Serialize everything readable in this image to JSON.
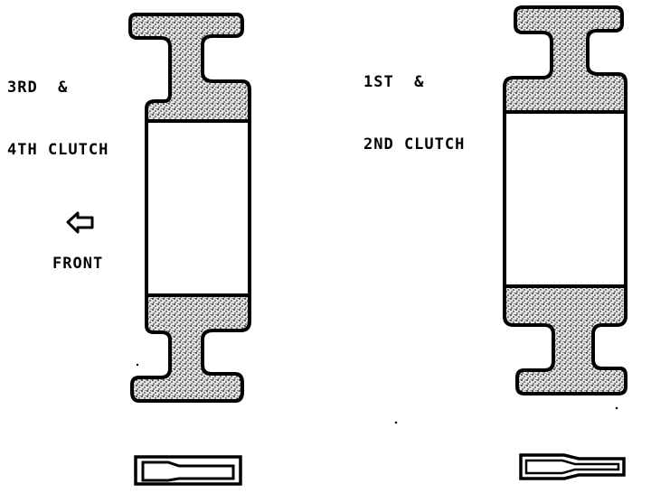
{
  "left_clutch": {
    "label_line1": "3RD  &",
    "label_line2": "4TH CLUTCH"
  },
  "right_clutch": {
    "label_line1": "1ST  &",
    "label_line2": "2ND CLUTCH"
  },
  "direction": {
    "label": "FRONT",
    "icon": "arrow-left-icon"
  },
  "colors": {
    "outline": "#000000",
    "stipple_fill": "#c8c8c8",
    "background": "#ffffff"
  }
}
